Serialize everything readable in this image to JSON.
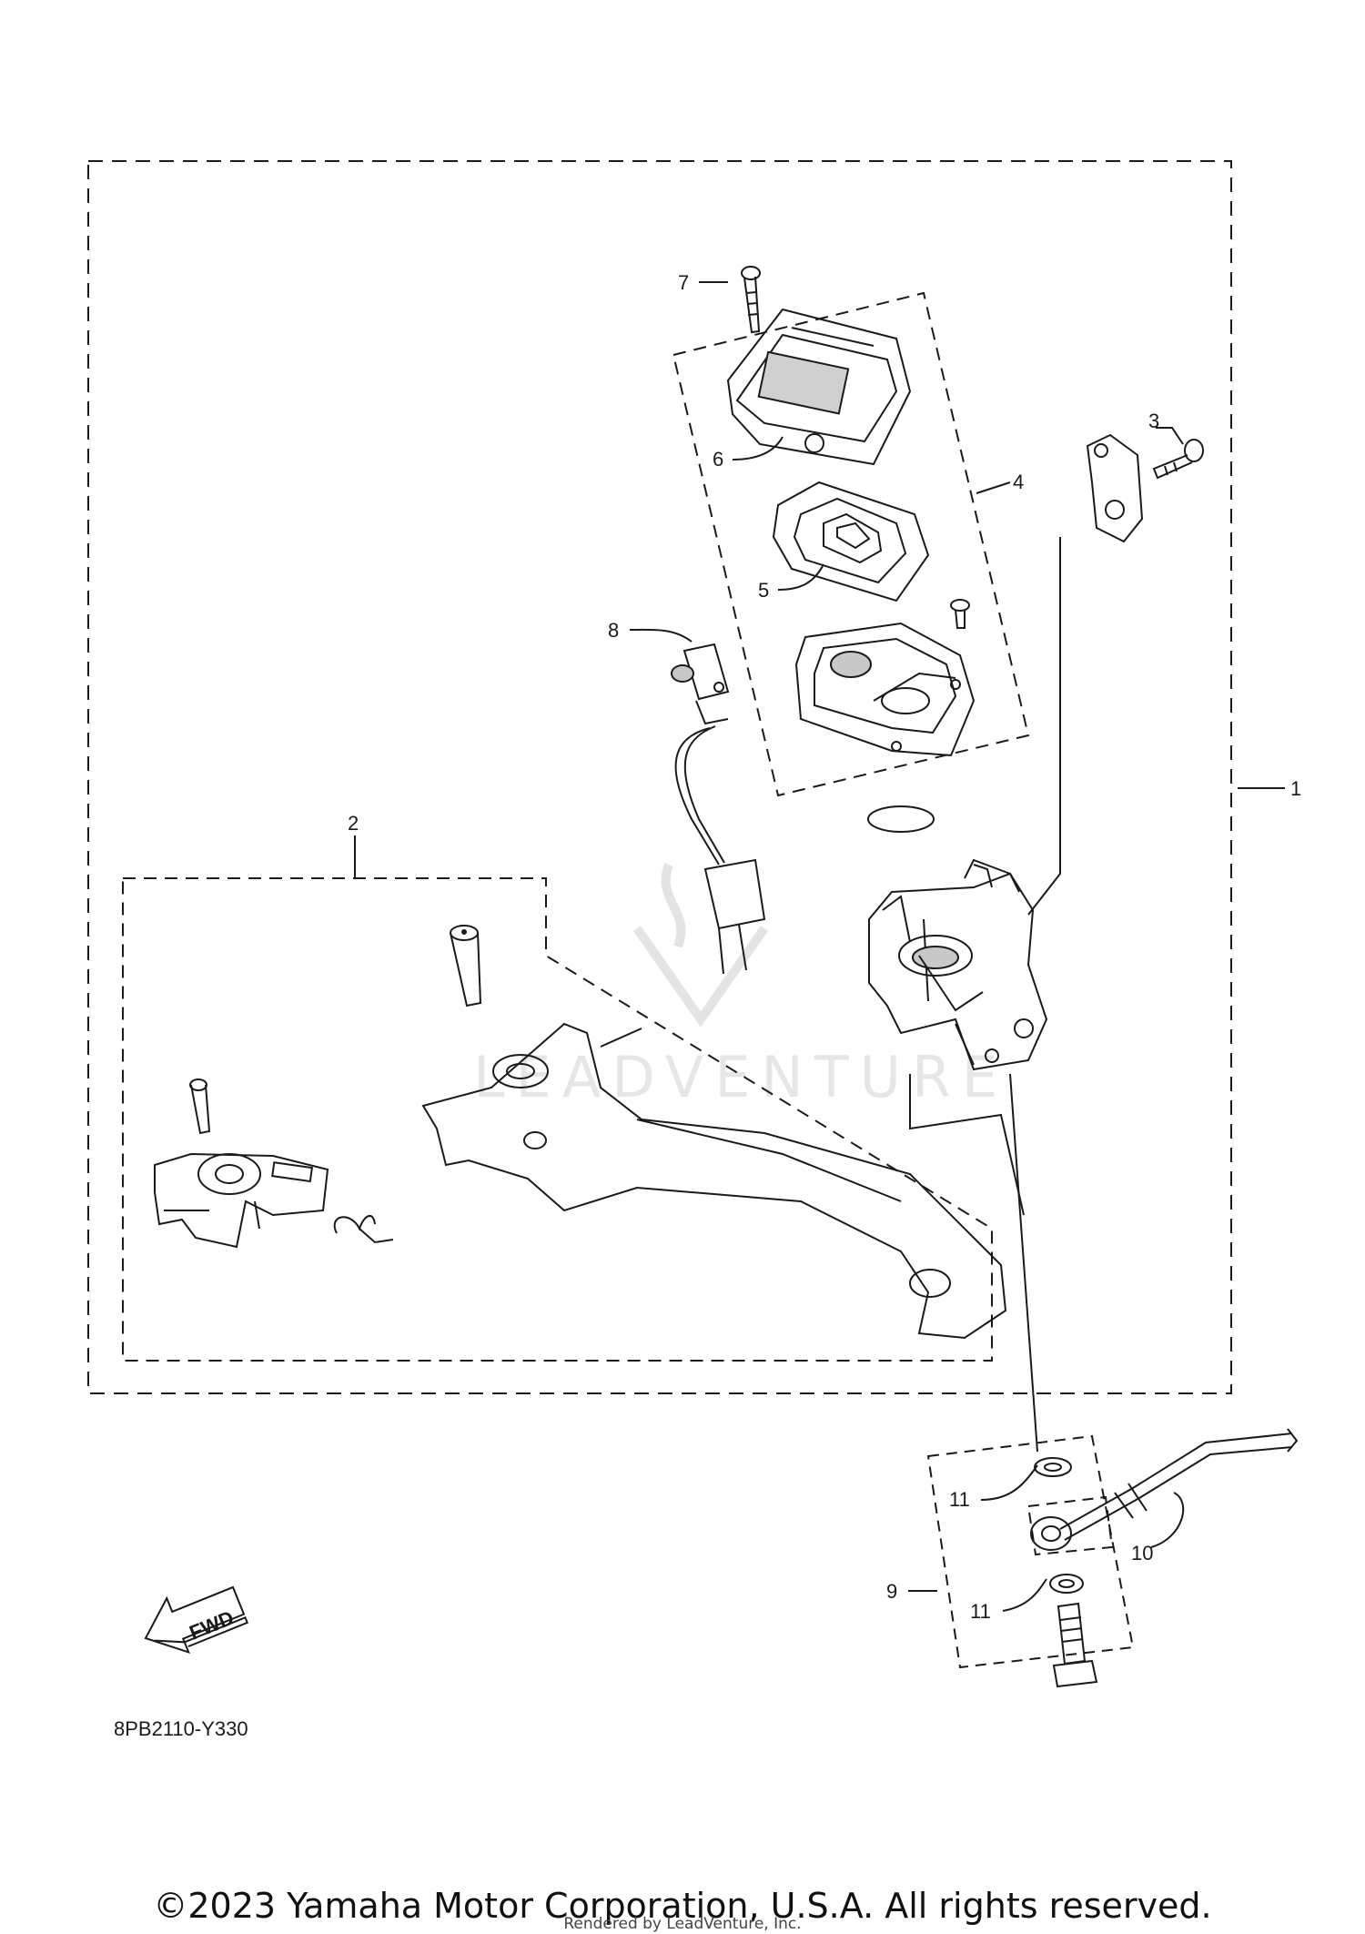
{
  "diagram": {
    "callouts": [
      "1",
      "2",
      "3",
      "4",
      "5",
      "6",
      "7",
      "8",
      "9",
      "10",
      "11",
      "11"
    ],
    "diagram_code": "8PB2110-Y330",
    "fwd_label": "FWD",
    "watermark": "LEADVENTURE"
  },
  "footer": {
    "copyright": "©2023 Yamaha Motor Corporation, U.S.A. All rights reserved.",
    "rendered_by": "Rendered by LeadVenture, Inc."
  }
}
